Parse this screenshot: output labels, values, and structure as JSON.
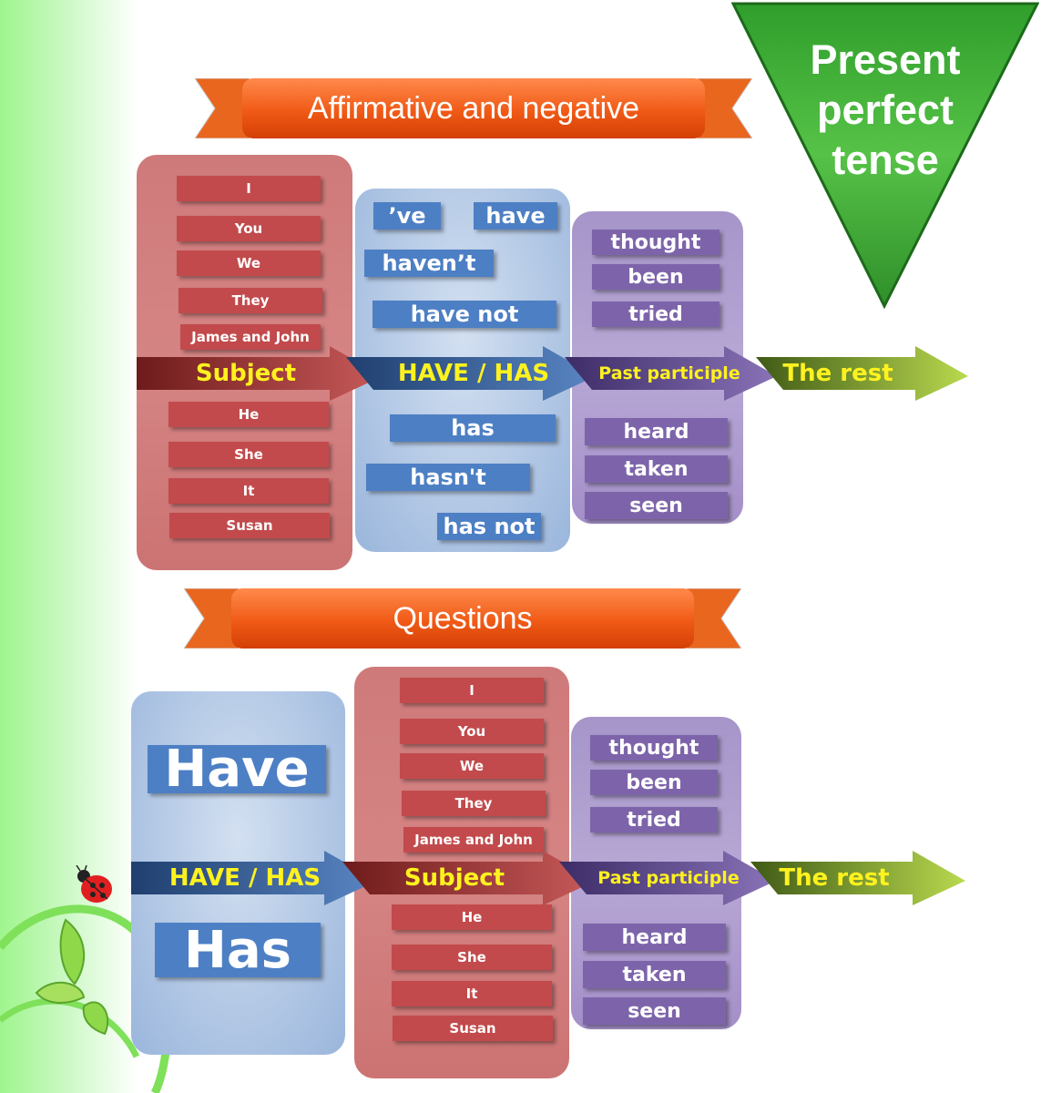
{
  "title": [
    "Present",
    "perfect",
    "tense"
  ],
  "section1": {
    "heading": "Affirmative and negative",
    "subjects_plural": [
      "I",
      "You",
      "We",
      "They",
      "James and John"
    ],
    "subjects_singular": [
      "He",
      "She",
      "It",
      "Susan"
    ],
    "aux_have": [
      "’ve",
      "have",
      "haven’t",
      "have not"
    ],
    "aux_has": [
      "has",
      "hasn't",
      "has not"
    ],
    "participles_top": [
      "thought",
      "been",
      "tried"
    ],
    "participles_bottom": [
      "heard",
      "taken",
      "seen"
    ],
    "arrow_labels": [
      "Subject",
      "HAVE / HAS",
      "Past participle",
      "The rest"
    ]
  },
  "section2": {
    "heading": "Questions",
    "aux_big": [
      "Have",
      "Has"
    ],
    "subjects_plural": [
      "I",
      "You",
      "We",
      "They",
      "James and John"
    ],
    "subjects_singular": [
      "He",
      "She",
      "It",
      "Susan"
    ],
    "participles_top": [
      "thought",
      "been",
      "tried"
    ],
    "participles_bottom": [
      "heard",
      "taken",
      "seen"
    ],
    "arrow_labels": [
      "HAVE / HAS",
      "Subject",
      "Past participle",
      "The rest"
    ]
  },
  "colors": {
    "red": "#c24a4c",
    "blue": "#4d7fc4",
    "purple": "#7d64aa",
    "ribbon": "#f05a16",
    "triangle": "#3aaa35",
    "arrow_text": "#fff21f"
  }
}
